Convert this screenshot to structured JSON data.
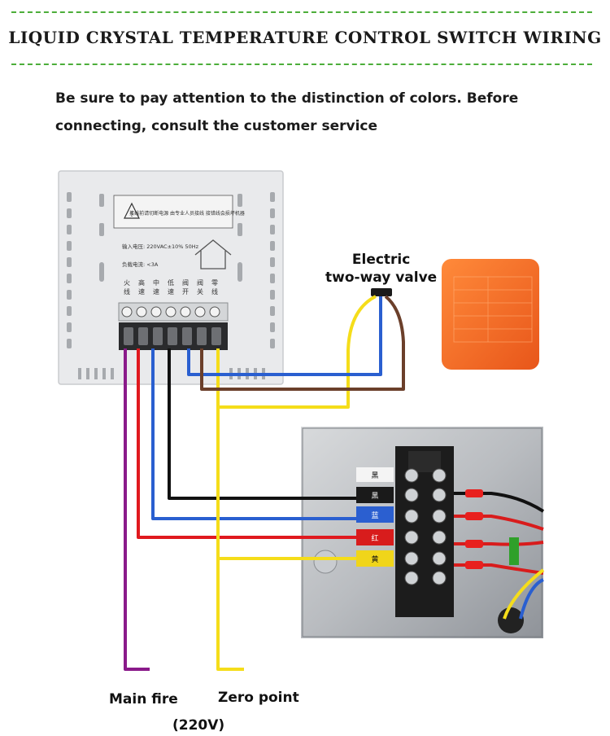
{
  "title": "Liquid Crystal Temperature Control Switch Wiring",
  "intro": "Be sure to pay attention to the distinction of colors. Before connecting, consult the customer service",
  "labels": {
    "valve": "Electric\ntwo-way valve",
    "main_fire": "Main fire",
    "zero_point": "Zero point",
    "voltage": "(220V)"
  },
  "thermostat": {
    "terminal_labels": [
      "火线",
      "高速",
      "中速",
      "低速",
      "阀开",
      "阀关",
      "零线"
    ],
    "spec_input": "输入电压: 220VAC±10% 50Hz",
    "spec_load": "负载电流: <3A",
    "warning_text": "接线前请切断电源 由专业人员接线 接错线会损坏机器"
  },
  "junction_box": {
    "terminal_tags": [
      "黑",
      "黑",
      "蓝",
      "红",
      "黄"
    ]
  },
  "colors": {
    "accent_dash": "#4cae3a",
    "wire_purple": "#8a1a8a",
    "wire_red": "#e0191e",
    "wire_blue": "#2a5fd0",
    "wire_black": "#111111",
    "wire_yellow": "#f5dd1a",
    "wire_brown": "#6b3f2a",
    "wire_valve_yellow_green": "#b6cf2a"
  }
}
